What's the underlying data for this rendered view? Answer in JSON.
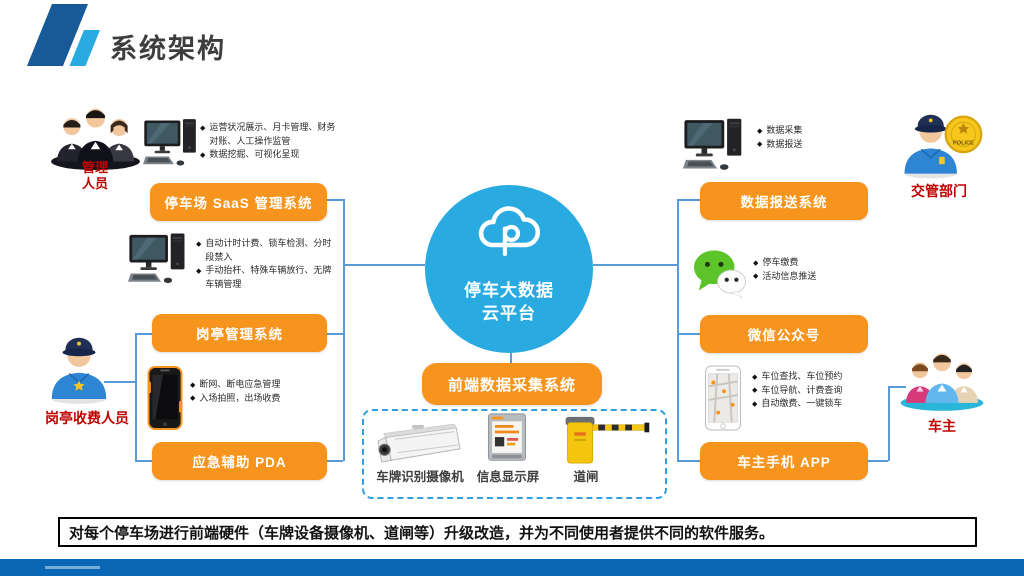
{
  "ui": {
    "bullet_marker": "◆"
  },
  "header": {
    "title": "系统架构"
  },
  "cloud": {
    "line1": "停车大数据",
    "line2": "云平台"
  },
  "boxes": {
    "saas": "停车场 SaaS 管理系统",
    "booth_sys": "岗亭管理系统",
    "pda": "应急辅助 PDA",
    "report": "数据报送系统",
    "wechat": "微信公众号",
    "app": "车主手机 APP",
    "frontend": "前端数据采集系统"
  },
  "actors": {
    "admin": {
      "line1": "管理",
      "line2": "人员"
    },
    "booth": {
      "label": "岗亭收费人员"
    },
    "traffic": {
      "label": "交管部门",
      "badge": "POLICE"
    },
    "owner": {
      "label": "车主"
    }
  },
  "bullets": {
    "saas": [
      "运营状况展示、月卡管理、财务对账、人工操作监管",
      "数据挖掘、可视化呈现"
    ],
    "booth_sys": [
      "自动计时计费、锁车检测、分时段禁入",
      "手动抬杆、特殊车辆放行、无牌车辆管理"
    ],
    "pda": [
      "断网、断电应急管理",
      "入场拍照，出场收费"
    ],
    "report": [
      "数据采集",
      "数据报送"
    ],
    "wechat": [
      "停车缴费",
      "活动信息推送"
    ],
    "app": [
      "车位查找、车位预约",
      "车位导航、计费查询",
      "自动缴费、一键锁车"
    ]
  },
  "devices": {
    "camera": "车牌识别摄像机",
    "screen": "信息显示屏",
    "gate": "道闸"
  },
  "note": "对每个停车场进行前端硬件（车牌设备摄像机、道闸等）升级改造，并为不同使用者提供不同的软件服务。",
  "colors": {
    "accent_orange": "#F7941E",
    "cloud_blue": "#29ABE2",
    "connector_blue": "#5B9BD5",
    "label_red": "#C00000",
    "footer_blue": "#0A67B5",
    "logo_dark_blue": "#175A97",
    "logo_light_blue": "#29ABE2"
  }
}
